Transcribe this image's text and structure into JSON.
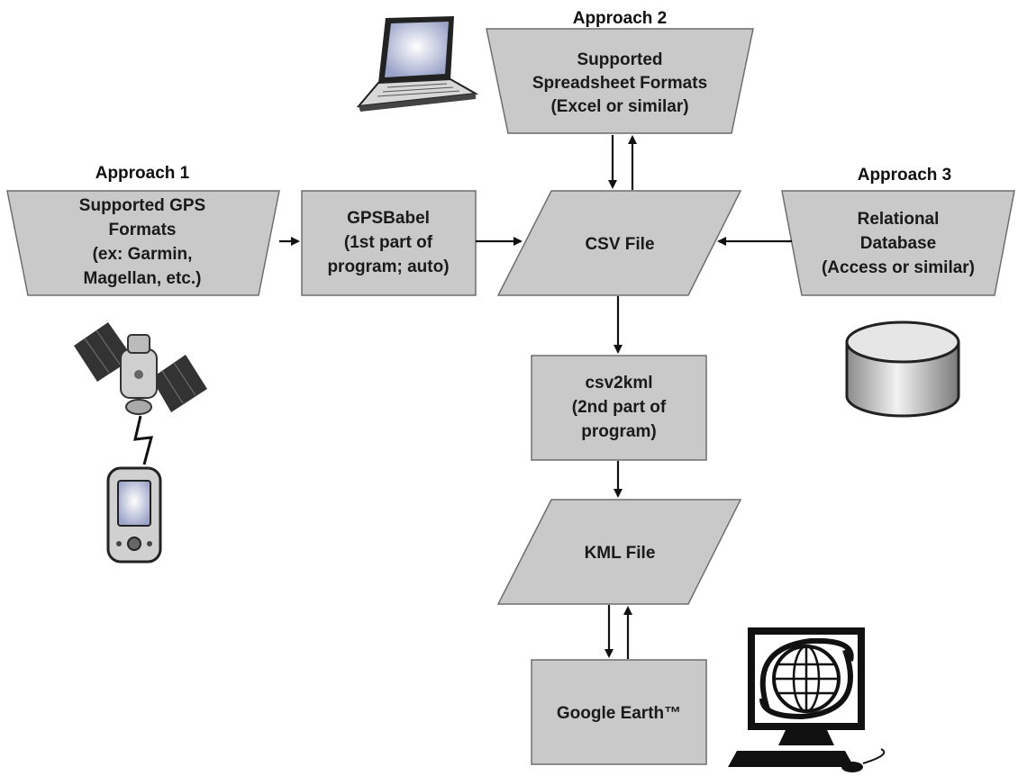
{
  "colors": {
    "shape_fill": "#c9c9c9",
    "shape_stroke": "#6e6e6e",
    "arrow": "#111111",
    "text": "#1a1a1a"
  },
  "headings": {
    "approach1": "Approach 1",
    "approach2": "Approach 2",
    "approach3": "Approach 3"
  },
  "nodes": {
    "gps_formats": [
      "Supported GPS",
      "Formats",
      "(ex: Garmin,",
      "Magellan, etc.)"
    ],
    "spreadsheet_formats": [
      "Supported",
      "Spreadsheet  Formats",
      "(Excel or similar)"
    ],
    "relational_database": [
      "Relational",
      "Database",
      "(Access or similar)"
    ],
    "gpsbabel": [
      "GPSBabel",
      "(1st part of",
      "program; auto)"
    ],
    "csv_file": [
      "CSV File"
    ],
    "csv2kml": [
      "csv2kml",
      "(2nd part of",
      "program)"
    ],
    "kml_file": [
      "KML File"
    ],
    "google_earth": [
      "Google Earth™"
    ]
  },
  "icons": [
    "laptop-icon",
    "satellite-icon",
    "gps-handheld-icon",
    "database-cylinder-icon",
    "computer-globe-icon"
  ]
}
